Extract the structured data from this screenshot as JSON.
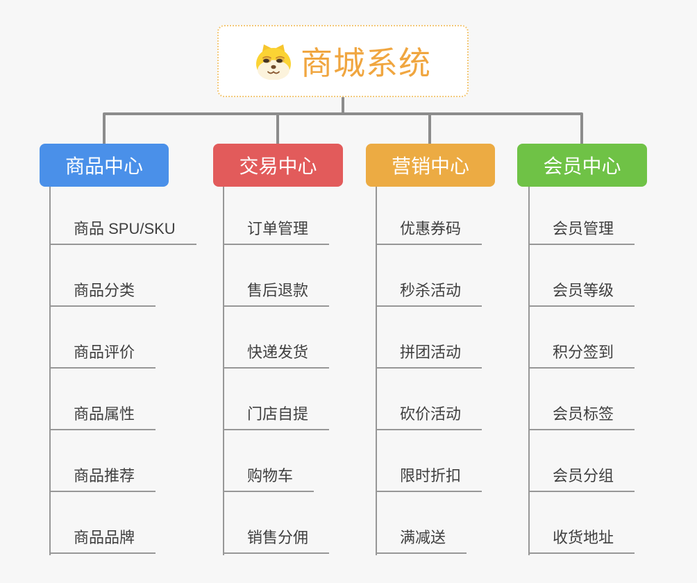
{
  "root": {
    "title": "商城系统",
    "icon": "dog-face-icon",
    "text_color": "#f0a640",
    "border_color": "#f3c877"
  },
  "connector": {
    "trunk_color": "#8c8c8c",
    "branch_line_color": "#979797"
  },
  "branches": [
    {
      "label": "商品中心",
      "color": "#4a90e9",
      "items": [
        "商品 SPU/SKU",
        "商品分类",
        "商品评价",
        "商品属性",
        "商品推荐",
        "商品品牌"
      ]
    },
    {
      "label": "交易中心",
      "color": "#e25b5b",
      "items": [
        "订单管理",
        "售后退款",
        "快递发货",
        "门店自提",
        "购物车",
        "销售分佣"
      ]
    },
    {
      "label": "营销中心",
      "color": "#ecab43",
      "items": [
        "优惠券码",
        "秒杀活动",
        "拼团活动",
        "砍价活动",
        "限时折扣",
        "满减送"
      ]
    },
    {
      "label": "会员中心",
      "color": "#6fc246",
      "items": [
        "会员管理",
        "会员等级",
        "积分签到",
        "会员标签",
        "会员分组",
        "收货地址"
      ]
    }
  ]
}
